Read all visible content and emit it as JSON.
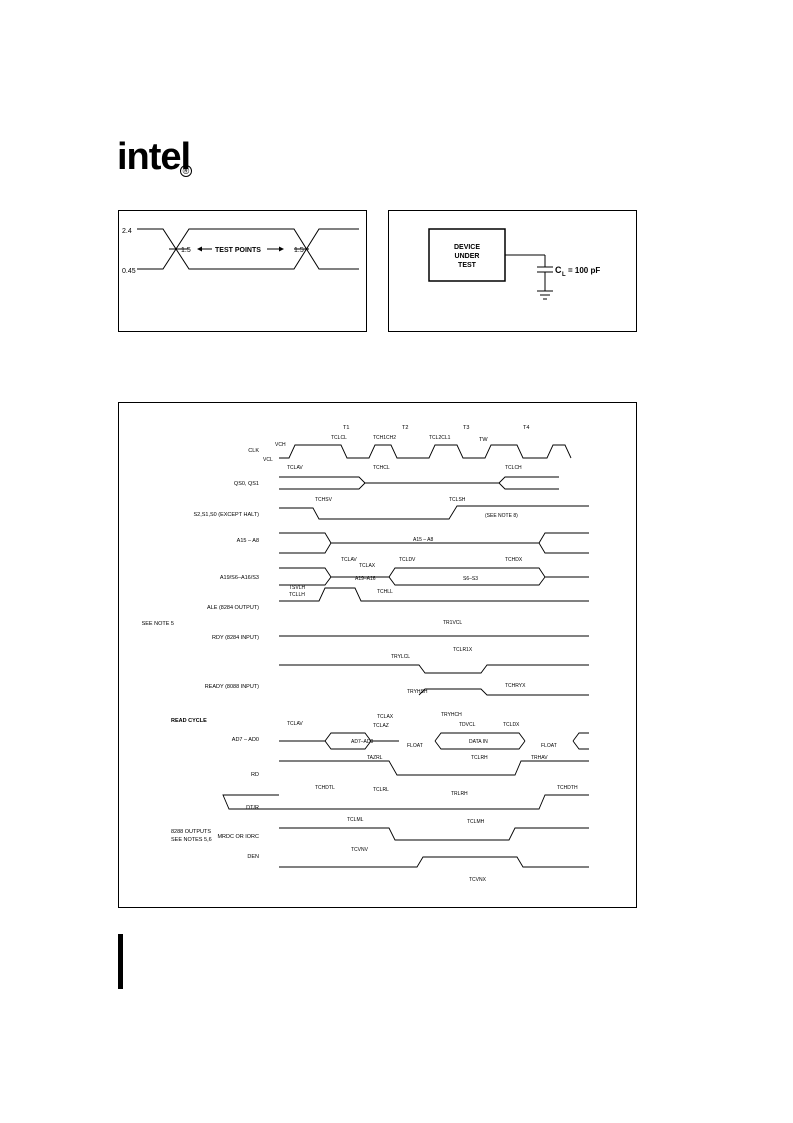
{
  "logo": {
    "text": "intel",
    "mark": "®"
  },
  "input_waveform": {
    "level_high": "2.4",
    "level_low": "0.45",
    "left_point": "1.5",
    "right_point": "1.5",
    "center_label": "TEST POINTS"
  },
  "load_circuit": {
    "device_lines": [
      "DEVICE",
      "UNDER",
      "TEST"
    ],
    "cap_label": "C",
    "cap_sub": "L",
    "cap_value": "= 100 pF"
  },
  "timing": {
    "states": [
      "T1",
      "T2",
      "T3",
      "TW",
      "T4"
    ],
    "signals": {
      "clk": "CLK",
      "qs": "QS0, QS1",
      "status": "S2,S1,S0 (EXCEPT HALT)",
      "addr_hi": "A15 – A8",
      "addr_mux": "A19/S6–A16/S3",
      "ale": "ALE (8284 OUTPUT)",
      "rdy": "RDY (8284 INPUT)",
      "ready": "READY (8088 INPUT)",
      "ad": "AD7 – AD0",
      "rd": "RD",
      "dtr": "DT/R",
      "mrdc": "MRDC OR IORC",
      "den": "DEN"
    },
    "group_labels": {
      "note5": "SEE NOTE 5",
      "read_cycle": "READ CYCLE",
      "outputs_1": "8288 OUTPUTS",
      "outputs_2": "SEE NOTES 5,6"
    },
    "params": {
      "vch": "VCH",
      "vcl": "VCL",
      "tclcl": "TCLCL",
      "tch1ch2": "TCH1CH2",
      "tcl2cl1": "TCL2CL1",
      "tclav1": "TCLAV",
      "tchcl": "TCHCL",
      "tclch": "TCLCH",
      "tchsv": "TCHSV",
      "tclsh": "TCLSH",
      "note8": "(SEE NOTE 8)",
      "addr_hi_val": "A15 – A8",
      "tclav2": "TCLAV",
      "tcldv": "TCLDV",
      "tclax": "TCLAX",
      "tchdx": "TCHDX",
      "mux_val": "A19–A16",
      "s6s3_val": "S6–S3",
      "tsvlh": "TSVLH",
      "tcllh": "TCLLH",
      "tchll": "TCHLL",
      "tr1vcl": "TR1VCL",
      "tclr1x": "TCLR1X",
      "tryhch": "TRYHCH",
      "trylcl": "TRYLCL",
      "tryhsh": "TRYHSH",
      "tchryx": "TCHRYX",
      "tclav3": "TCLAV",
      "tclax2": "TCLAX",
      "tclaz": "TCLAZ",
      "tdvcl": "TDVCL",
      "tcldx": "TCLDX",
      "ad_val": "AD7–AD0",
      "float1": "FLOAT",
      "data_in": "DATA IN",
      "float2": "FLOAT",
      "tazrl": "TAZRL",
      "tclrl": "TCLRL",
      "tclrh": "TCLRH",
      "trhav": "TRHAV",
      "trlrh": "TRLRH",
      "tchdtl": "TCHDTL",
      "tchdth": "TCHDTH",
      "tclml": "TCLML",
      "tclmh": "TCLMH",
      "tcvnv": "TCVNV",
      "tcvnx": "TCVNX"
    }
  }
}
